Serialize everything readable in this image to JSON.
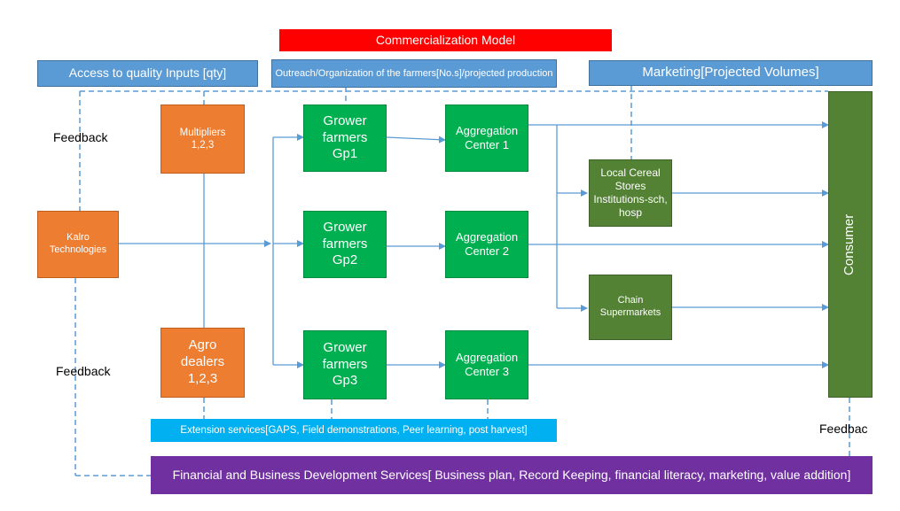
{
  "title": "Commercialization Model",
  "top_bars": {
    "access": "Access to quality Inputs [qty]",
    "outreach": "Outreach/Organization of the farmers[No.s]/projected production",
    "marketing": "Marketing[Projected Volumes]"
  },
  "nodes": {
    "kalro": "Kalro Technologies",
    "multipliers": "Multipliers 1,2,3",
    "agro_dealers": "Agro dealers 1,2,3",
    "grower1": "Grower farmers Gp1",
    "grower2": "Grower farmers Gp2",
    "grower3": "Grower farmers Gp3",
    "agg1": "Aggregation Center 1",
    "agg2": "Aggregation Center 2",
    "agg3": "Aggregation Center 3",
    "local_stores": "Local Cereal Stores Institutions-sch, hosp",
    "chain": "Chain Supermarkets",
    "consumer": "Consumer"
  },
  "bottom_bars": {
    "extension": "Extension services[GAPS, Field demonstrations, Peer learning, post harvest]",
    "financial": "Financial and Business Development  Services[ Business plan, Record Keeping, financial literacy, marketing, value addition]"
  },
  "feedback": {
    "left_top": "Feedback",
    "left_bottom": "Feedback",
    "right": "Feedbac"
  },
  "colors": {
    "title_red": "#ff0000",
    "bar_blue": "#5b9bd5",
    "input_orange": "#ed7d31",
    "grower_green": "#00b050",
    "market_dark_green": "#548235",
    "extension_cyan": "#00b0f0",
    "financial_purple": "#7030a0",
    "connector_blue": "#5b9bd5"
  }
}
